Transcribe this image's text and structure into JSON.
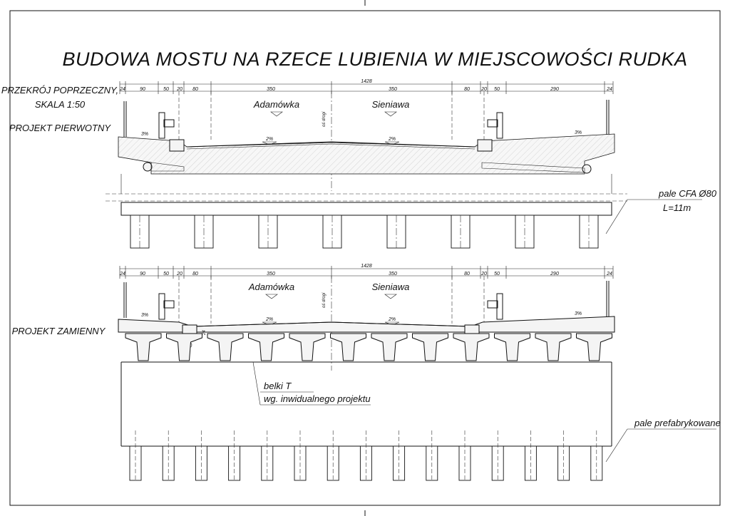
{
  "title": "BUDOWA MOSTU NA RZECE LUBIENIA W MIEJSCOWOŚCI RUDKA",
  "section_label_line1": "PRZEKRÓJ POPRZECZNY,",
  "section_label_line2": "SKALA 1:50",
  "original": {
    "label": "PROJEKT PIERWOTNY",
    "total_dim": "1428",
    "dims": [
      "24",
      "90",
      "50",
      "20",
      "80",
      "350",
      "350",
      "80",
      "20",
      "50",
      "290",
      "24"
    ],
    "direction_left": "Adamówka",
    "direction_right": "Sieniawa",
    "slope_left": "3%",
    "slope_carriageway_left": "2%",
    "slope_carriageway_right": "2%",
    "slope_right": "3%",
    "axis_label": "oś drogi",
    "pile_note_line1": "pale CFA Ø80",
    "pile_note_line2": "L=11m"
  },
  "replacement": {
    "label": "PROJEKT ZAMIENNY",
    "total_dim": "1428",
    "dims": [
      "24",
      "90",
      "50",
      "20",
      "80",
      "350",
      "350",
      "80",
      "20",
      "50",
      "290",
      "24"
    ],
    "direction_left": "Adamówka",
    "direction_right": "Sieniawa",
    "slope_left": "3%",
    "slope_carriageway_left": "2%",
    "slope_carriageway_right": "2%",
    "slope_right": "3%",
    "axis_label": "oś drogi",
    "deck_dim": "24",
    "beam_note_line1": "belki T",
    "beam_note_line2": "wg. inwidualnego projektu",
    "pile_note": "pale prefabrykowane"
  }
}
